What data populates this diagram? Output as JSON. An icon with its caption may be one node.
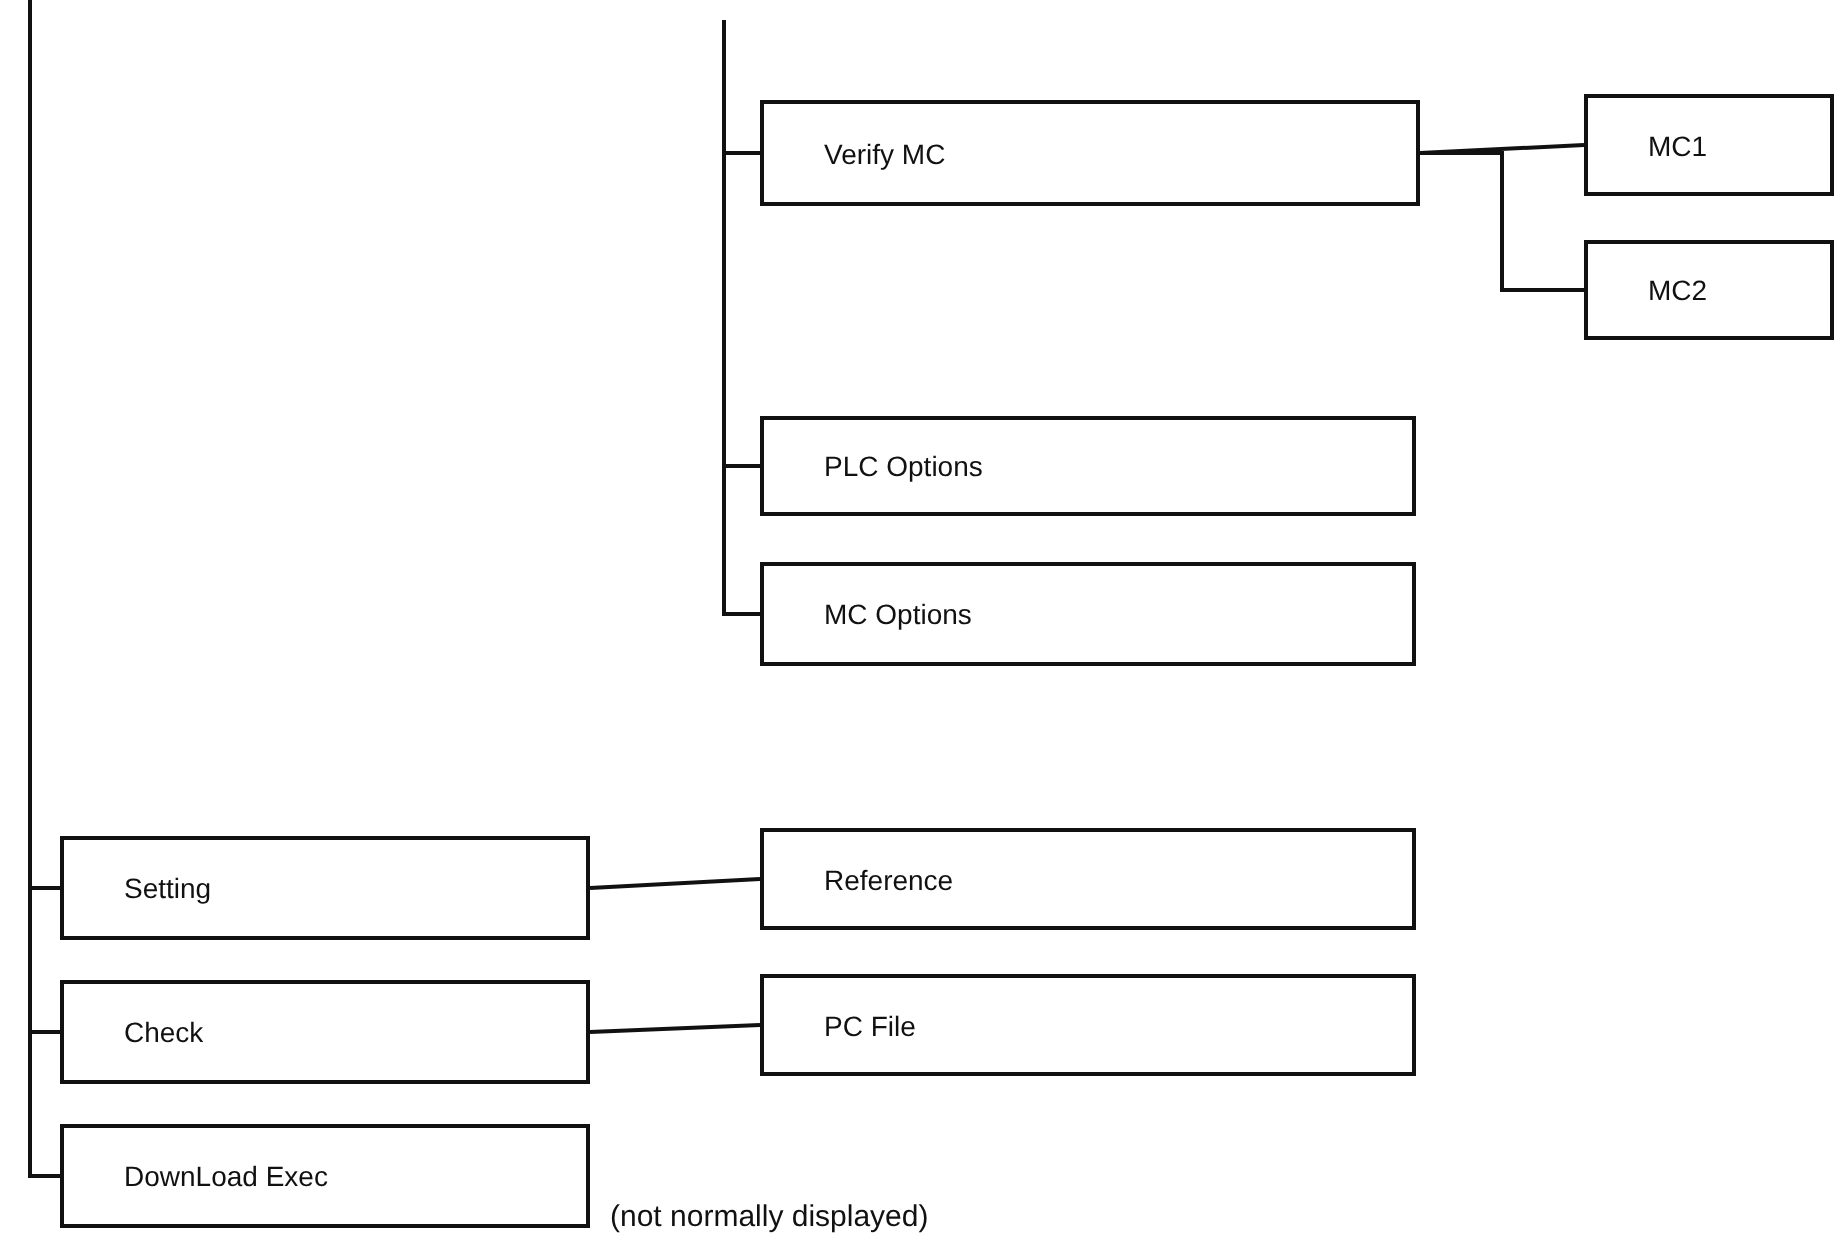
{
  "diagram": {
    "nodes": [
      {
        "text": [
          "Verify MC"
        ]
      },
      {
        "text": [
          "MC1"
        ]
      },
      {
        "text": [
          "MC2"
        ]
      },
      {
        "text": [
          "PLC Options"
        ]
      },
      {
        "text": [
          "MC Options"
        ]
      },
      {
        "text": [
          "Setting"
        ]
      },
      {
        "text": [
          "Reference"
        ]
      },
      {
        "text": [
          "Check"
        ]
      },
      {
        "text": [
          "PC File"
        ]
      },
      {
        "text": [
          "DownLoad Exec"
        ],
        "beside": [
          "(not normally displayed)"
        ]
      }
    ],
    "edges": [
      {
        "from": null,
        "to": 0,
        "arrow": "none"
      },
      {
        "from": null,
        "to": 3,
        "arrow": "none"
      },
      {
        "from": null,
        "to": 4,
        "arrow": "none"
      },
      {
        "from": 0,
        "to": 1,
        "arrow": "none"
      },
      {
        "from": 0,
        "to": 2,
        "arrow": "none"
      },
      {
        "from": null,
        "to": 5,
        "arrow": "none"
      },
      {
        "from": null,
        "to": 7,
        "arrow": "none"
      },
      {
        "from": null,
        "to": 9,
        "arrow": "none"
      },
      {
        "from": 5,
        "to": 6,
        "arrow": "none"
      },
      {
        "from": 7,
        "to": 8,
        "arrow": "none"
      }
    ]
  }
}
